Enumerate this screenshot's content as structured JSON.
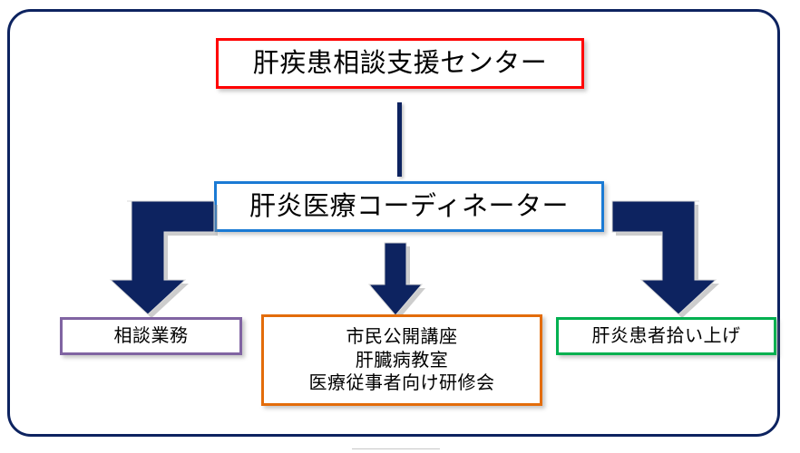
{
  "diagram": {
    "title_node": {
      "label": "肝疾患相談支援センター",
      "border_color": "#ff0000"
    },
    "coordinator_node": {
      "label": "肝炎医療コーディネーター",
      "border_color": "#1a7ad4"
    },
    "outcome_nodes": [
      {
        "name": "consultation",
        "lines": [
          "相談業務"
        ],
        "border_color": "#8064a2"
      },
      {
        "name": "seminars",
        "lines": [
          "市民公開講座",
          "肝臓病教室",
          "医療従事者向け研修会"
        ],
        "border_color": "#e36c0a"
      },
      {
        "name": "patients",
        "lines": [
          "肝炎患者拾い上げ"
        ],
        "border_color": "#00b050"
      }
    ],
    "connectors": [
      {
        "name": "center-to-coordinator",
        "type": "line",
        "color": "#0d2360"
      },
      {
        "name": "coordinator-to-consultation",
        "type": "elbow-arrow-left",
        "color": "#0d2360"
      },
      {
        "name": "coordinator-to-seminars",
        "type": "down-arrow",
        "color": "#0d2360"
      },
      {
        "name": "coordinator-to-patients",
        "type": "elbow-arrow-right",
        "color": "#0d2360"
      }
    ],
    "frame": {
      "border_color": "#0d2360"
    }
  }
}
